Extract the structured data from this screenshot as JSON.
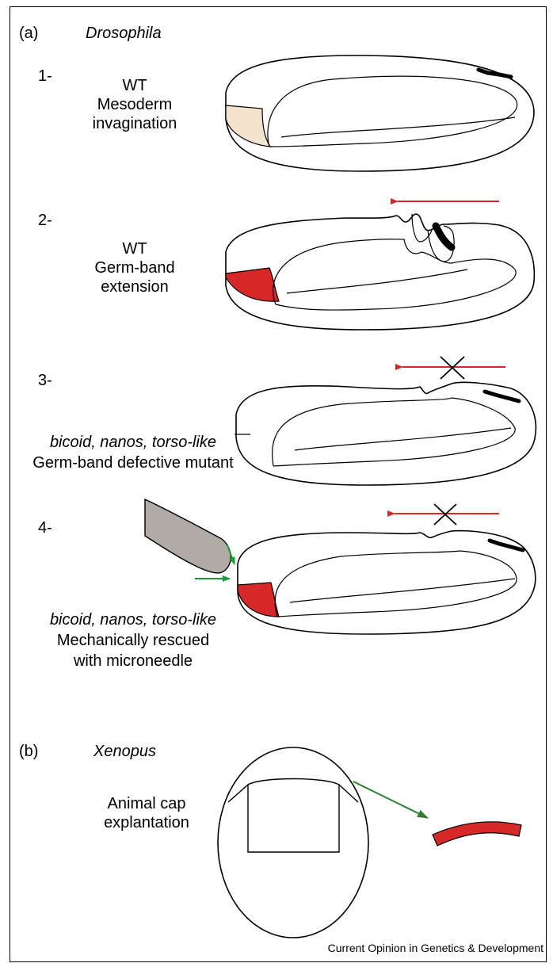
{
  "panel_a": {
    "label": "(a)",
    "organism": "Drosophila",
    "steps": [
      {
        "number": "1-",
        "lines": [
          "WT",
          "Mesoderm",
          "invagination"
        ]
      },
      {
        "number": "2-",
        "lines": [
          "WT",
          "Germ-band",
          "extension"
        ]
      },
      {
        "number": "3-",
        "italic_line": "bicoid, nanos, torso-like",
        "lines": [
          "Germ-band defective mutant"
        ]
      },
      {
        "number": "4-",
        "italic_line": "bicoid, nanos, torso-like",
        "lines": [
          "Mechanically rescued",
          "with microneedle"
        ]
      }
    ]
  },
  "panel_b": {
    "label": "(b)",
    "organism": "Xenopus",
    "lines": [
      "Animal cap",
      "explantation"
    ]
  },
  "footer": "Current Opinion in Genetics & Development",
  "colors": {
    "red": "#d62828",
    "green": "#1a9a3a",
    "dark_green": "#2e7d32",
    "tan": "#f3e2cc",
    "gray": "#b0aba4",
    "black": "#000000"
  }
}
